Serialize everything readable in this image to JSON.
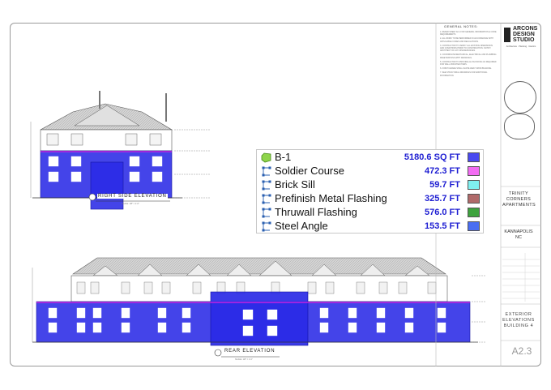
{
  "general_notes": {
    "title": "GENERAL NOTES:",
    "items": [
      "1. REFER SHEET A0.1 FOR GENERAL INFORMATION & CODE REQUIREMENTS.",
      "2. ALL WORK TO BE PERFORMED IN ACCORDANCE WITH APPLICABLE CODES AND REGULATIONS.",
      "3. CONTRACTOR TO VERIFY ALL EXISTING DIMENSIONS AND CONDITIONS PRIOR TO CONSTRUCTION. NOTIFY ARCHITECT OF ANY DISCREPANCIES.",
      "4. COORDINATE MECHANICAL, ELECTRICAL AND PLUMBING PENETRATIONS WITH DRAWINGS.",
      "5. CONTRACTOR TO PROVIDE ALL BLOCKING AS REQUIRED FOR WALL MOUNTED ITEMS.",
      "6. FINISH GRADE SHALL SLOPE AWAY FROM BUILDING.",
      "7. SEE STRUCTURAL DRAWINGS FOR ADDITIONAL INFORMATION."
    ]
  },
  "firm": {
    "line1": "ARCONS",
    "line2": "DESIGN",
    "line3": "STUDIO",
    "tagline": "Architecture · Planning · Interiors"
  },
  "project": {
    "line1": "TRINITY",
    "line2": "CORNERS",
    "line3": "APARTMENTS",
    "location_line1": "KANNAPOLIS",
    "location_line2": "NC"
  },
  "sheet": {
    "title_line1": "EXTERIOR",
    "title_line2": "ELEVATIONS",
    "title_line3": "BUILDING 4",
    "number": "A2.3"
  },
  "views": {
    "right_side": "RIGHT SIDE ELEVATION",
    "rear": "REAR ELEVATION",
    "scale": "SCALE: 1/8\" = 1'-0\""
  },
  "legend": {
    "rows": [
      {
        "label": "B-1",
        "value": "5180.6 SQ FT",
        "color": "#4a4af0",
        "icon": "area-icon"
      },
      {
        "label": "Soldier Course",
        "value": "472.3 FT",
        "color": "#f26cf2",
        "icon": "linear-measure-icon"
      },
      {
        "label": "Brick Sill",
        "value": "59.7 FT",
        "color": "#7ff0f0",
        "icon": "linear-measure-icon"
      },
      {
        "label": "Prefinish Metal Flashing",
        "value": "325.7 FT",
        "color": "#b06a6a",
        "icon": "linear-measure-icon"
      },
      {
        "label": "Thruwall Flashing",
        "value": "576.0 FT",
        "color": "#3ea33e",
        "icon": "linear-measure-icon"
      },
      {
        "label": "Steel Angle",
        "value": "153.5 FT",
        "color": "#4a6ef2",
        "icon": "linear-measure-icon"
      }
    ]
  },
  "colors": {
    "markup_blue": "#2a2ae6",
    "markup_magenta": "#e020e0",
    "roof_gray": "#c8c8c8",
    "line_gray": "#555555"
  }
}
